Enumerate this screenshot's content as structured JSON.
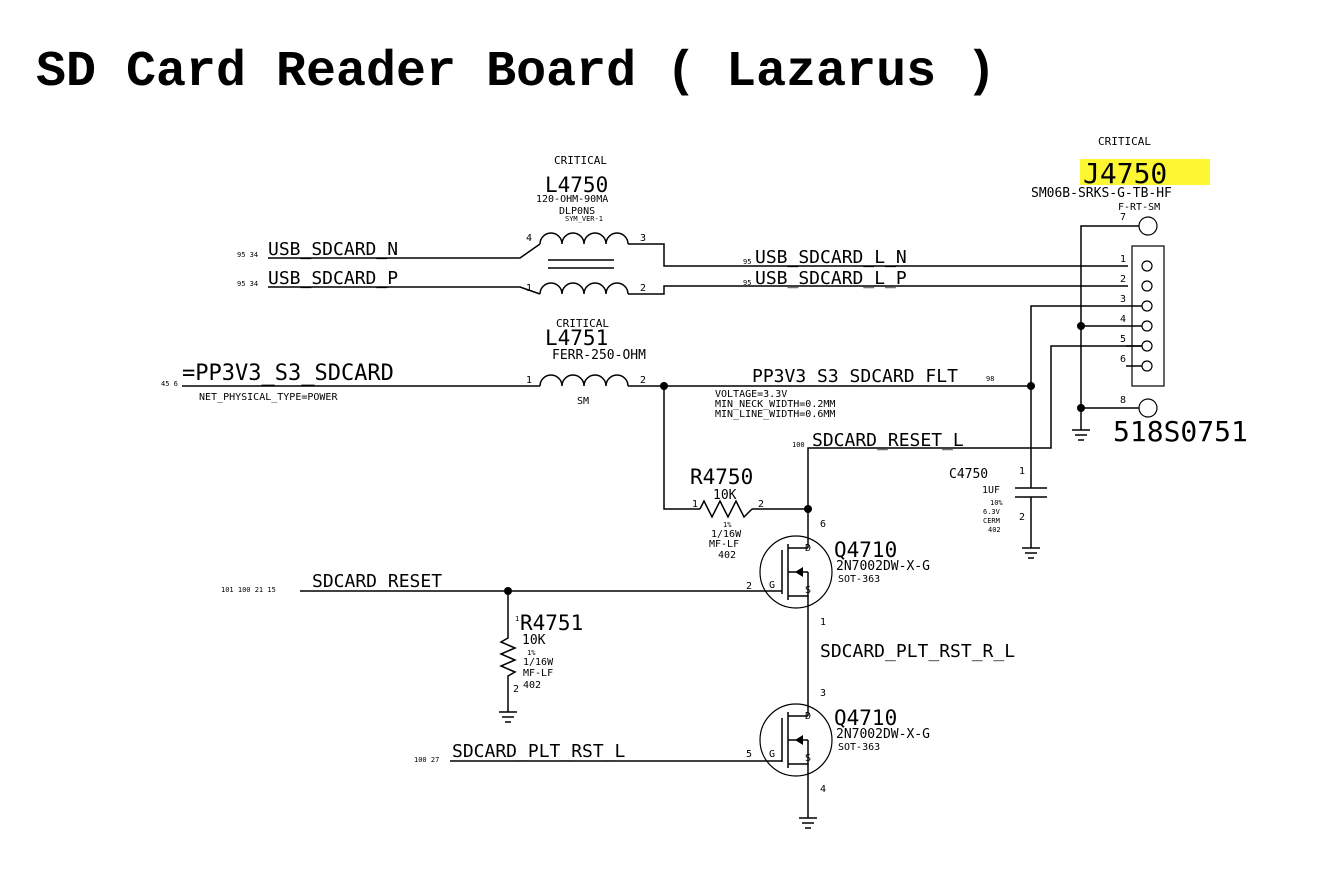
{
  "title": "SD Card Reader Board ( Lazarus )",
  "components": {
    "l4750": {
      "critical": "CRITICAL",
      "ref": "L4750",
      "value": "120-OHM-90MA",
      "part": "DLP0NS",
      "sym": "SYM_VER-1",
      "pins": [
        "4",
        "3",
        "1",
        "2"
      ]
    },
    "l4751": {
      "critical": "CRITICAL",
      "ref": "L4751",
      "value": "FERR-250-OHM",
      "package": "SM",
      "pins": [
        "1",
        "2"
      ]
    },
    "j4750": {
      "critical": "CRITICAL",
      "ref": "J4750",
      "part": "SM06B-SRKS-G-TB-HF",
      "type": "F-RT-SM",
      "pins": [
        "7",
        "1",
        "2",
        "3",
        "4",
        "5",
        "6",
        "8"
      ],
      "bom": "518S0751"
    },
    "r4750": {
      "ref": "R4750",
      "value": "10K",
      "pins": [
        "1",
        "2"
      ],
      "tol": "1%",
      "power": "1/16W",
      "type": "MF-LF",
      "package": "402"
    },
    "r4751": {
      "ref": "R4751",
      "value": "10K",
      "pins": [
        "1",
        "2"
      ],
      "tol": "1%",
      "power": "1/16W",
      "type": "MF-LF",
      "package": "402"
    },
    "c4750": {
      "ref": "C4750",
      "value": "1UF",
      "tol": "10%",
      "voltage": "6.3V",
      "dielectric": "CERM",
      "package": "402",
      "pins": [
        "1",
        "2"
      ]
    },
    "q4710a": {
      "ref": "Q4710",
      "part": "2N7002DW-X-G",
      "package": "SOT-363",
      "pins": {
        "d": "6",
        "g": "2",
        "s": "1"
      },
      "labels": {
        "d": "D",
        "g": "G",
        "s": "S"
      }
    },
    "q4710b": {
      "ref": "Q4710",
      "part": "2N7002DW-X-G",
      "package": "SOT-363",
      "pins": {
        "d": "3",
        "g": "5",
        "s": "4"
      },
      "labels": {
        "d": "D",
        "g": "G",
        "s": "S"
      }
    }
  },
  "nets": {
    "usb_n": {
      "name": "USB_SDCARD_N",
      "pages": "95 34"
    },
    "usb_p": {
      "name": "USB_SDCARD_P",
      "pages": "95 34"
    },
    "usb_l_n": {
      "name": "USB_SDCARD_L_N",
      "pages": "95"
    },
    "usb_l_p": {
      "name": "USB_SDCARD_L_P",
      "pages": "95"
    },
    "pp3v3": {
      "name": "=PP3V3_S3_SDCARD",
      "pages": "45 6",
      "prop": "NET_PHYSICAL_TYPE=POWER"
    },
    "pp3v3_flt": {
      "name": "PP3V3_S3_SDCARD_FLT",
      "pages": "98",
      "voltage": "VOLTAGE=3.3V",
      "neck": "MIN_NECK_WIDTH=0.2MM",
      "line": "MIN_LINE_WIDTH=0.6MM"
    },
    "reset_l": {
      "name": "SDCARD_RESET_L",
      "pages": "100"
    },
    "reset": {
      "name": "SDCARD_RESET",
      "pages": "101 100 21 15"
    },
    "plt_rst_r_l": {
      "name": "SDCARD_PLT_RST_R_L"
    },
    "plt_rst_l": {
      "name": "SDCARD_PLT_RST_L",
      "pages": "100 27"
    }
  },
  "colors": {
    "highlight": "#fdf733",
    "ink": "#000000"
  }
}
